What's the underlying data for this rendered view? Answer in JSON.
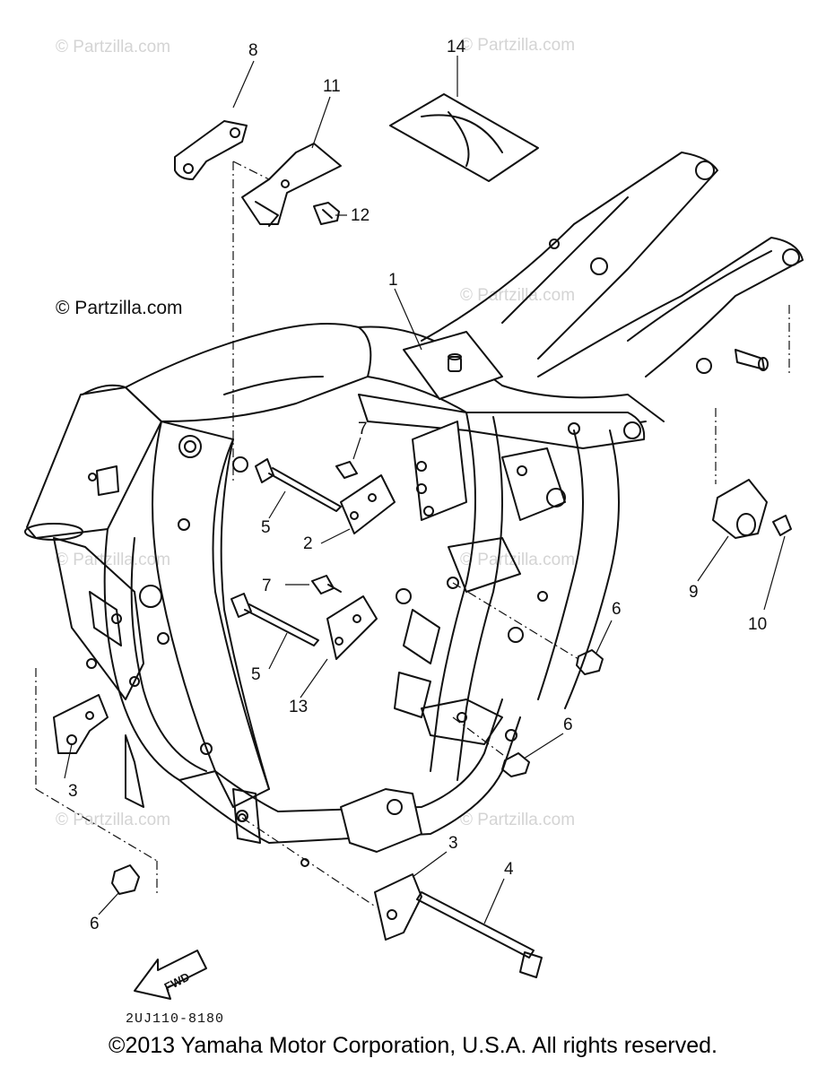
{
  "watermarks": {
    "light": "© Partzilla.com",
    "dark": "© Partzilla.com"
  },
  "callouts": {
    "c1": "1",
    "c2": "2",
    "c3a": "3",
    "c3b": "3",
    "c4": "4",
    "c5a": "5",
    "c5b": "5",
    "c6a": "6",
    "c6b": "6",
    "c6c": "6",
    "c7a": "7",
    "c7b": "7",
    "c8": "8",
    "c9": "9",
    "c10": "10",
    "c11": "11",
    "c12": "12",
    "c13": "13",
    "c14": "14"
  },
  "fwd_label": "FWD",
  "part_code": "2UJ110-8180",
  "copyright": "©2013 Yamaha Motor Corporation, U.S.A. All rights reserved."
}
